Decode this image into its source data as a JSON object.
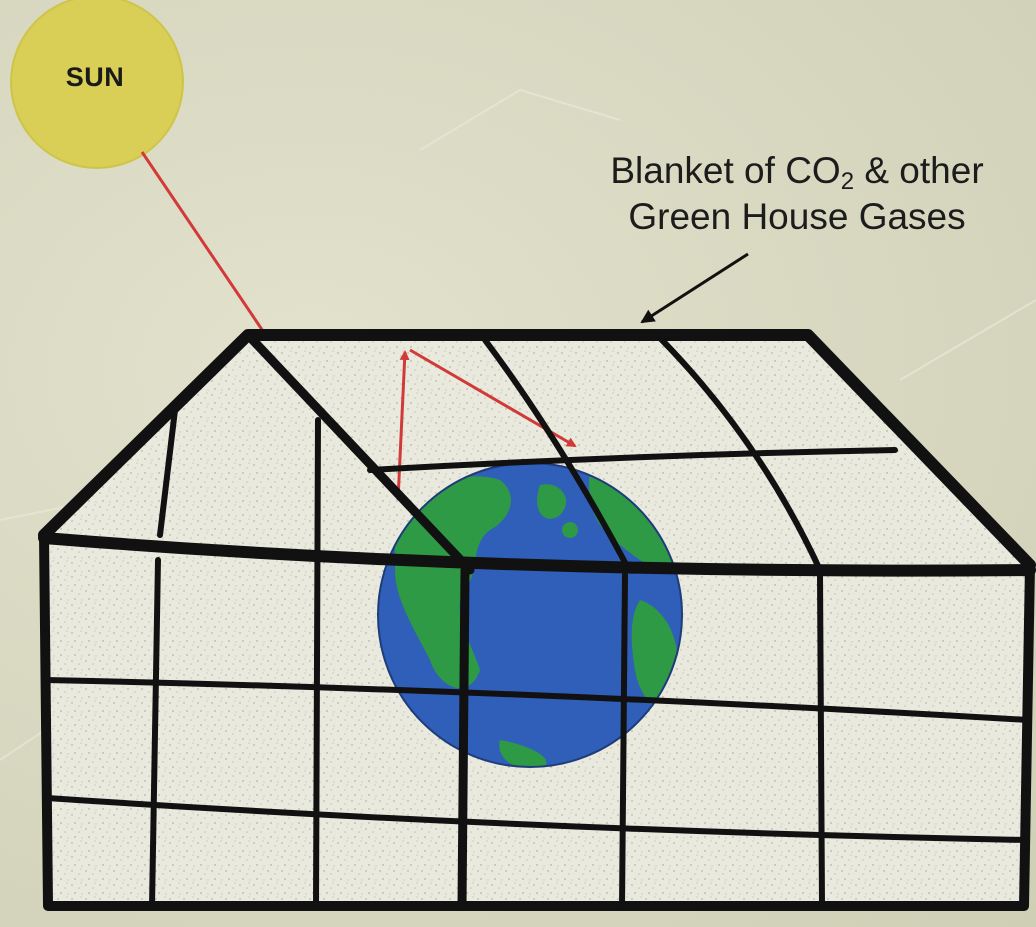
{
  "labels": {
    "sun": "SUN",
    "blanket_line1_prefix": "Blanket of CO",
    "blanket_line1_subscript": "2",
    "blanket_line1_suffix": " & other",
    "blanket_line2": "Green House Gases"
  },
  "colors": {
    "background": "#d9d9c3",
    "sun_fill": "#d9cf56",
    "greenhouse_frame": "#111111",
    "greenhouse_glass": "#e9e9de",
    "ocean": "#2f5fb8",
    "land": "#2f9a46",
    "radiation_arrow": "#d23a3a",
    "pointer_arrow": "#111111"
  },
  "icons": {
    "sun": "sun-circle",
    "earth": "earth-globe",
    "greenhouse": "greenhouse-frame"
  }
}
